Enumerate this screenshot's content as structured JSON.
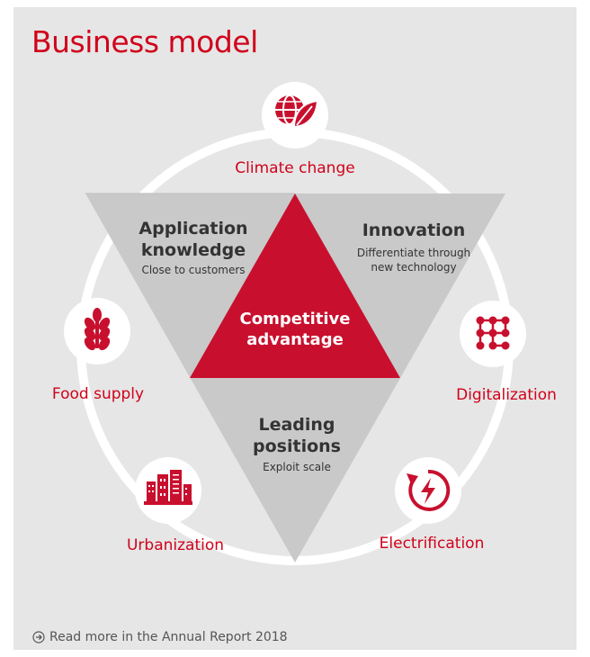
{
  "title": "Business model",
  "drivers": {
    "climate": "Climate change",
    "digitalization": "Digitalization",
    "electrification": "Electrification",
    "urbanization": "Urbanization",
    "food": "Food supply"
  },
  "segments": {
    "application": {
      "title_line1": "Application",
      "title_line2": "knowledge",
      "subtitle": "Close to customers"
    },
    "innovation": {
      "title": "Innovation",
      "subtitle_line1": "Differentiate through",
      "subtitle_line2": "new technology"
    },
    "leading": {
      "title_line1": "Leading",
      "title_line2": "positions",
      "subtitle": "Exploit scale"
    }
  },
  "center": {
    "line1": "Competitive",
    "line2": "advantage"
  },
  "footer": {
    "link_text": "Read more in the Annual Report 2018"
  },
  "colors": {
    "accent": "#d0021b",
    "panel": "#e6e6e6",
    "segment": "#c9c9c9"
  }
}
